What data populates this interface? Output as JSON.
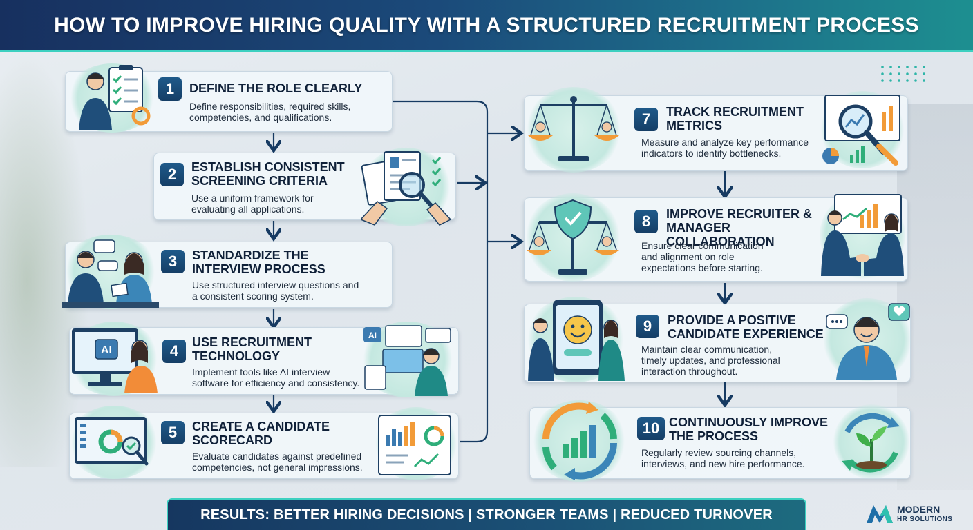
{
  "header": {
    "title": "HOW TO IMPROVE HIRING QUALITY WITH A STRUCTURED RECRUITMENT PROCESS"
  },
  "steps": [
    {
      "num": "1",
      "title": "DEFINE THE ROLE CLEARLY",
      "desc": [
        "Define responsibilities, required skills,",
        "competencies, and qualifications."
      ],
      "icon": "clipboard-checklist-icon"
    },
    {
      "num": "2",
      "title": [
        "ESTABLISH CONSISTENT",
        "SCREENING CRITERIA"
      ],
      "desc": [
        "Use a uniform framework for",
        "evaluating all applications."
      ],
      "icon": "magnifier-resume-icon"
    },
    {
      "num": "3",
      "title": [
        "STANDARDIZE THE",
        "INTERVIEW PROCESS"
      ],
      "desc": [
        "Use structured interview questions and",
        "a consistent scoring system."
      ],
      "icon": "interview-people-icon"
    },
    {
      "num": "4",
      "title": [
        "USE RECRUITMENT",
        "TECHNOLOGY"
      ],
      "desc": [
        "Implement tools like AI interview",
        "software for efficiency and consistency."
      ],
      "icon": "ai-computer-icon",
      "ill_label": "AI"
    },
    {
      "num": "5",
      "title": [
        "CREATE A CANDIDATE",
        "SCORECARD"
      ],
      "desc": [
        "Evaluate candidates against predefined",
        "competencies, not general impressions."
      ],
      "icon": "scorecard-chart-icon"
    },
    {
      "num": "7",
      "title": [
        "TRACK RECRUITMENT",
        "METRICS"
      ],
      "desc": [
        "Measure and analyze key performance",
        "indicators to identify bottlenecks."
      ],
      "icon": "scale-metrics-icon"
    },
    {
      "num": "8",
      "title": [
        "IMPROVE RECRUITER &",
        "MANAGER COLLABORATION"
      ],
      "desc": [
        "Ensure clear communication",
        "and alignment on role",
        "expectations before starting."
      ],
      "icon": "handshake-icon"
    },
    {
      "num": "9",
      "title": [
        "PROVIDE A POSITIVE",
        "CANDIDATE EXPERIENCE"
      ],
      "desc": [
        "Maintain clear communication,",
        "timely updates, and professional",
        "interaction throughout."
      ],
      "icon": "smiley-phone-icon"
    },
    {
      "num": "10",
      "title": [
        "CONTINUOUSLY IMPROVE",
        "THE PROCESS"
      ],
      "desc": [
        "Regularly review sourcing channels,",
        "interviews, and new hire performance."
      ],
      "icon": "cycle-growth-icon"
    }
  ],
  "footer": {
    "text": "RESULTS: BETTER HIRING DECISIONS | STRONGER TEAMS | REDUCED TURNOVER"
  },
  "logo": {
    "line1": "MODERN",
    "line2": "HR SOLUTIONS",
    "icon": "m-logo-icon"
  },
  "colors": {
    "navy": "#153e66",
    "teal": "#3dd0c0",
    "card_bg": "#f0f7fa",
    "text": "#0f2038"
  }
}
